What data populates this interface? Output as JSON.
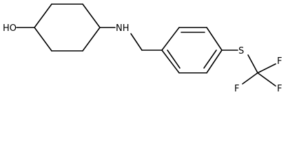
{
  "molecule": {
    "atoms": {
      "hydroxyl": "HO",
      "amine": "NH",
      "sulfur": "S",
      "fluorine_1": "F",
      "fluorine_2": "F",
      "fluorine_3": "F"
    },
    "colors": {
      "bond": "#000000",
      "label": "#000000",
      "background": "#ffffff"
    }
  }
}
